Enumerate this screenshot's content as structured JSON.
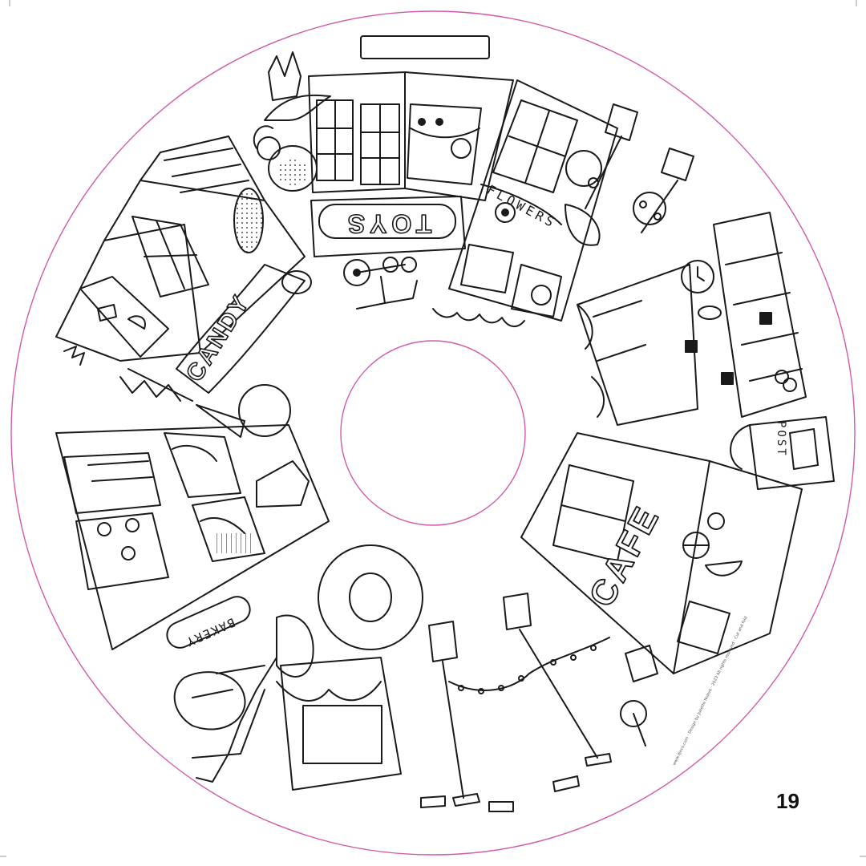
{
  "page": {
    "number": "19",
    "credit": "www.djeco.com · Design by Juliette Nolent · 2023 All rights reserved · Cut and fold"
  },
  "signs": {
    "toys": "TOYS",
    "flowers": "FLOWERS",
    "candy": "CANDY",
    "cafe": "CAFE",
    "post": "POST",
    "bakery": "BAKERY"
  },
  "colors": {
    "ink": "#1a1a1a",
    "cut_line": "#d05aa8",
    "paper": "#ffffff"
  },
  "icons": [
    "flower-icon",
    "teddy-bear-icon",
    "clock-icon",
    "street-lamp-icon",
    "donut-icon",
    "cupcake-icon",
    "ice-cream-icon"
  ]
}
